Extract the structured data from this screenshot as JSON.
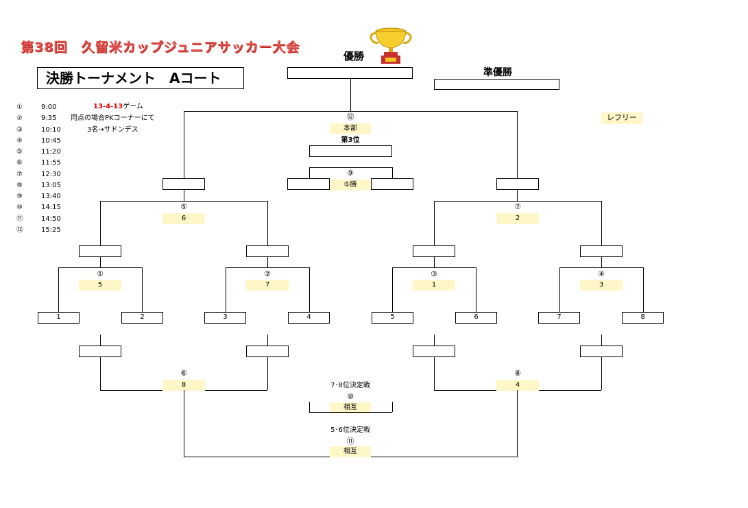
{
  "header": {
    "title": "第38回　久留米カップジュニアサッカー大会",
    "subtitle": "決勝トーナメント　Aコート"
  },
  "schedule": [
    {
      "no": "①",
      "time": "9:00"
    },
    {
      "no": "②",
      "time": "9:35"
    },
    {
      "no": "③",
      "time": "10:10"
    },
    {
      "no": "④",
      "time": "10:45"
    },
    {
      "no": "⑤",
      "time": "11:20"
    },
    {
      "no": "⑥",
      "time": "11:55"
    },
    {
      "no": "⑦",
      "time": "12:30"
    },
    {
      "no": "⑧",
      "time": "13:05"
    },
    {
      "no": "⑨",
      "time": "13:40"
    },
    {
      "no": "⑩",
      "time": "14:15"
    },
    {
      "no": "⑪",
      "time": "14:50"
    },
    {
      "no": "⑫",
      "time": "15:25"
    }
  ],
  "rules": {
    "format_red": "13-4-13",
    "format_rest": "ゲーム",
    "tie": "同点の場合PKコーナーにて",
    "sudden": "3名→サドンデス"
  },
  "labels": {
    "champion": "優勝",
    "runner_up": "準優勝",
    "referee": "レフリー",
    "third_place": "第3位",
    "place_78": "7･8位決定戦",
    "place_56": "5･6位決定戦"
  },
  "teams": [
    "1",
    "2",
    "3",
    "4",
    "5",
    "6",
    "7",
    "8"
  ],
  "matches": {
    "m1": {
      "num": "①",
      "ref": "5"
    },
    "m2": {
      "num": "②",
      "ref": "7"
    },
    "m3": {
      "num": "③",
      "ref": "1"
    },
    "m4": {
      "num": "④",
      "ref": "3"
    },
    "m5": {
      "num": "⑤",
      "ref": "6"
    },
    "m6": {
      "num": "⑥",
      "ref": "8"
    },
    "m7": {
      "num": "⑦",
      "ref": "2"
    },
    "m8": {
      "num": "⑧",
      "ref": "4"
    },
    "m9": {
      "num": "⑨",
      "ref": "⑤勝"
    },
    "m10": {
      "num": "⑩",
      "ref": "相互"
    },
    "m11": {
      "num": "⑪",
      "ref": "相互"
    },
    "m12": {
      "num": "⑫",
      "ref": "本部"
    }
  },
  "icons": {
    "trophy": "trophy-icon"
  },
  "colors": {
    "title": "#e0504c",
    "highlight": "#fff7c8",
    "accent_red": "#e00000"
  }
}
